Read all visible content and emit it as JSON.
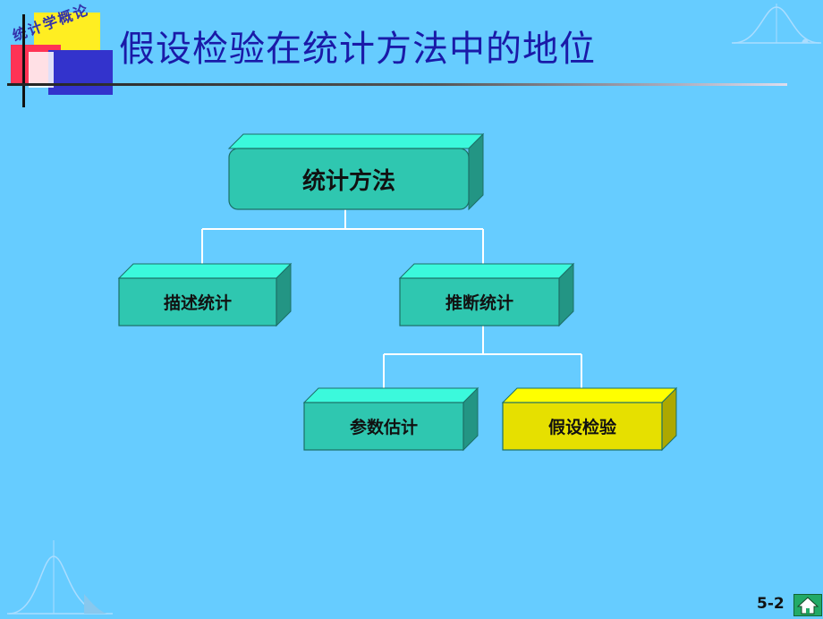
{
  "title": "假设检验在统计方法中的地位",
  "logo_text": "统计学概论",
  "page_number": "5-2",
  "home_icon": "home-icon",
  "colors": {
    "background": "#66ccff",
    "title": "#1a1aa8",
    "box_teal": "#2fc7b0",
    "box_highlight": "#e6e000",
    "connector": "#ffffff"
  },
  "diagram": {
    "root": "统计方法",
    "level1": [
      "描述统计",
      "推断统计"
    ],
    "level2": [
      "参数估计",
      "假设检验"
    ],
    "highlighted": "假设检验"
  }
}
